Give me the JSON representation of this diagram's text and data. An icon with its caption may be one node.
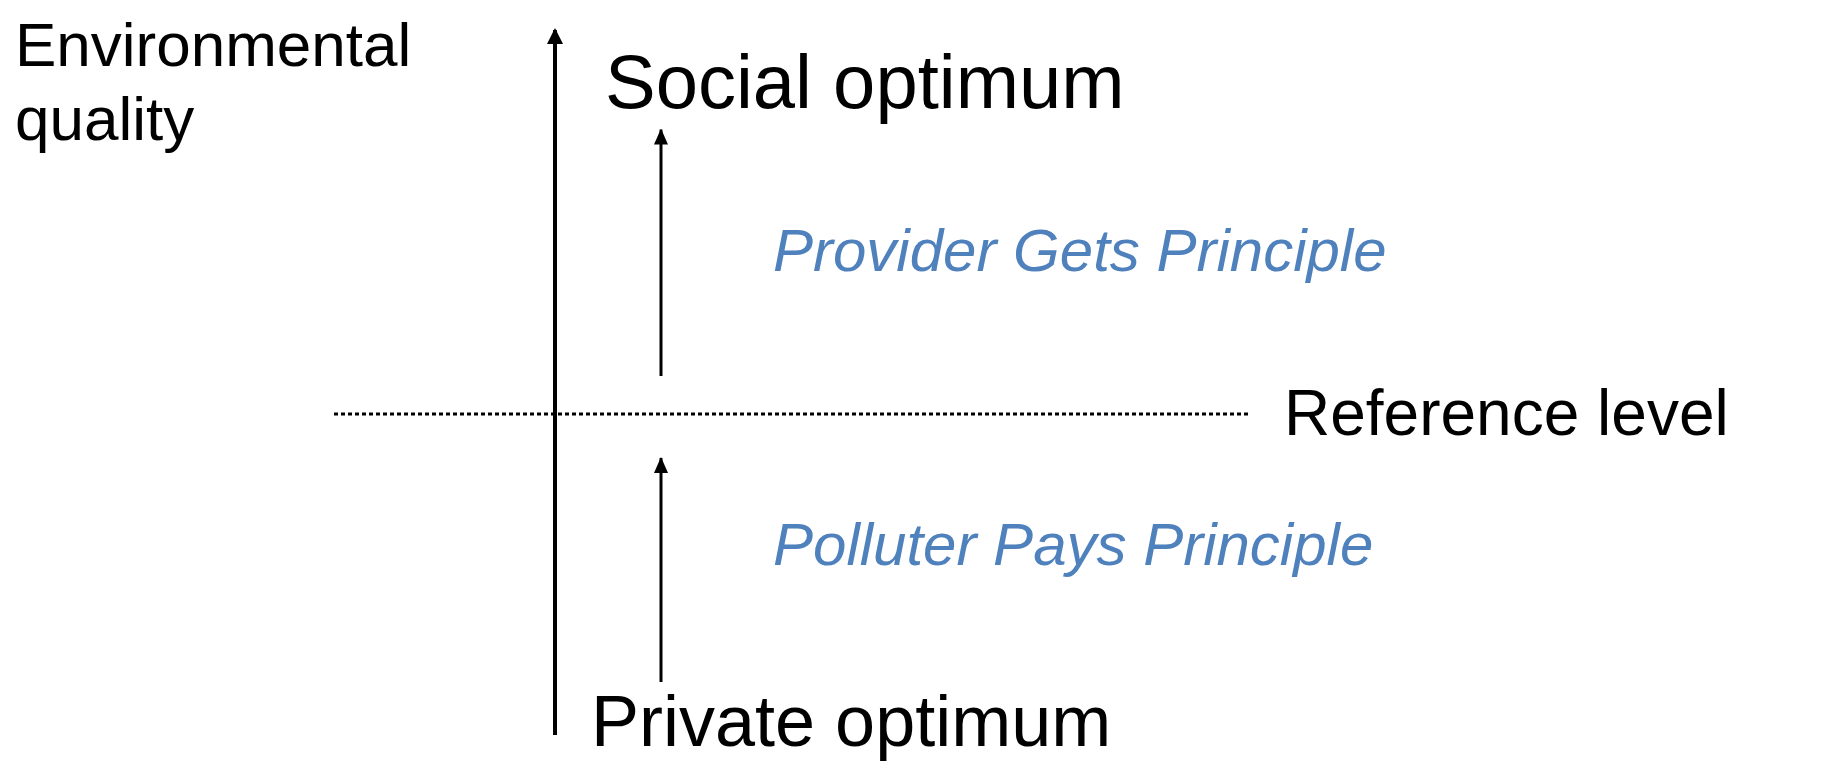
{
  "diagram": {
    "nodes": [
      {
        "text": [
          "Social optimum"
        ]
      },
      {
        "text": [
          "Reference level"
        ]
      },
      {
        "text": [
          "Private optimum"
        ]
      }
    ],
    "edges": [
      {
        "from": 2,
        "to": 1,
        "arrow": "to",
        "label": "Polluter Pays Principle"
      },
      {
        "from": 1,
        "to": 0,
        "arrow": "to",
        "label": "Provider Gets Principle"
      }
    ],
    "labels": [
      "Environmental quality"
    ]
  }
}
